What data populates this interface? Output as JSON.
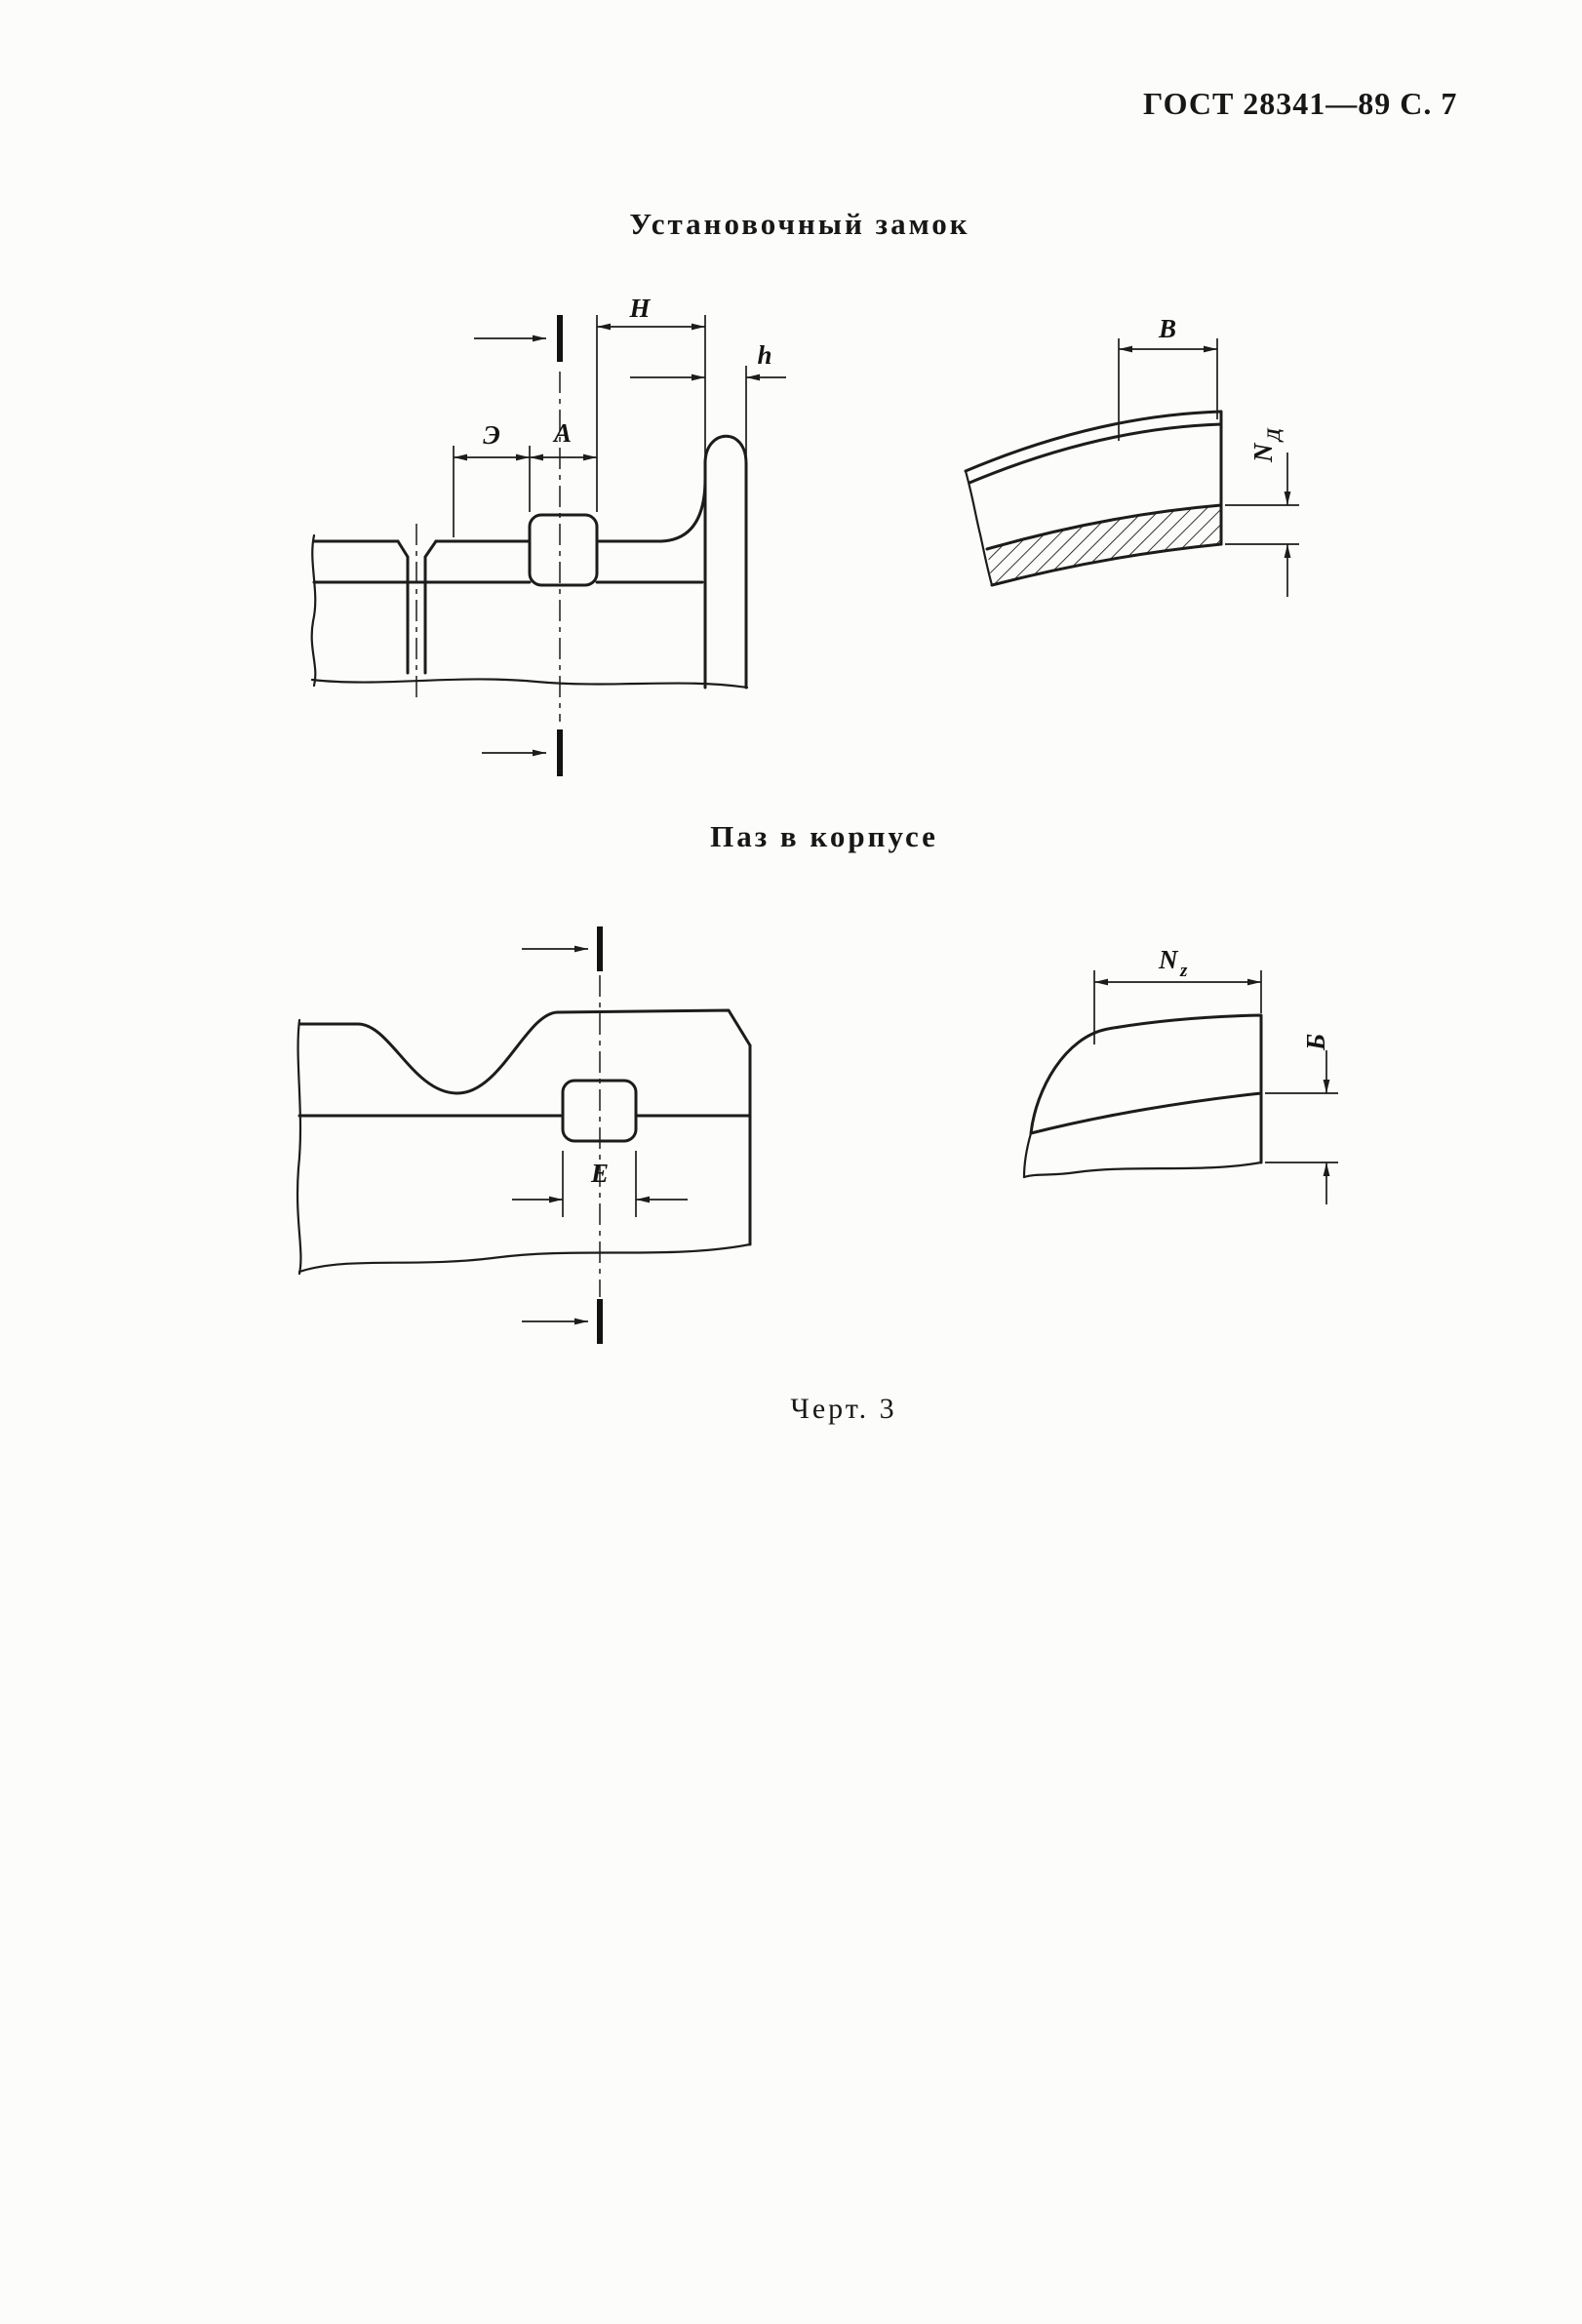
{
  "header": {
    "doc_ref": "ГОСТ 28341—89 С. 7"
  },
  "titles": {
    "lock": "Установочный замок",
    "groove": "Паз в корпусе"
  },
  "caption": "Черт. 3",
  "dims": {
    "H": "H",
    "h": "h",
    "e_rev": "Э",
    "A": "A",
    "B": "B",
    "N": "N",
    "sub_d": "Д",
    "sub_z": "z",
    "B_cyr": "Б",
    "E": "E"
  }
}
